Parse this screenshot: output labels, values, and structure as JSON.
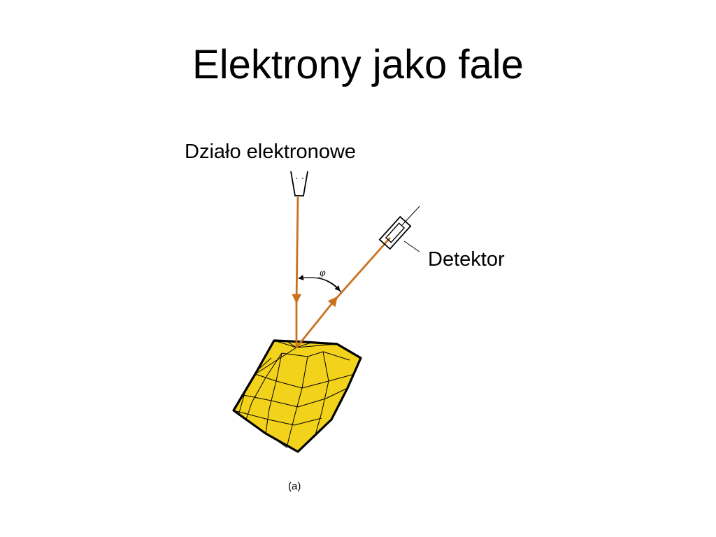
{
  "slide": {
    "title": "Elektrony jako fale"
  },
  "labels": {
    "electron_gun": "Działo elektronowe",
    "detector": "Detektor"
  },
  "figure": {
    "angle_symbol": "φ",
    "caption": "(a)"
  },
  "colors": {
    "beam": "#c8721f",
    "crystal_fill": "#f2d21a",
    "outline": "#000000"
  }
}
